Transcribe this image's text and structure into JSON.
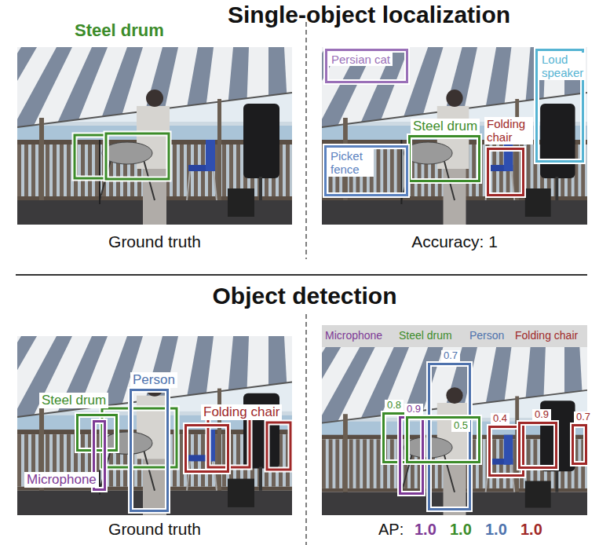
{
  "diagram": {
    "nodes": [
      {
        "text": [
          "Steel drum",
          "Ground truth"
        ]
      },
      {
        "text": [
          "Accuracy: 1"
        ]
      },
      {
        "text": [
          "Persian cat"
        ],
        "in": 1
      },
      {
        "text": [
          "Loud speaker"
        ],
        "in": 1
      },
      {
        "text": [
          "Steel drum"
        ],
        "in": 1
      },
      {
        "text": [
          "Folding chair"
        ],
        "in": 1
      },
      {
        "text": [
          "Picket fence"
        ],
        "in": 1
      },
      {
        "text": [
          "Ground truth"
        ]
      },
      {
        "text": [
          "Steel drum"
        ],
        "in": 7
      },
      {
        "text": [
          "Person"
        ],
        "in": 7
      },
      {
        "text": [
          "Folding chair"
        ],
        "in": 7
      },
      {
        "text": [
          "Microphone"
        ],
        "in": 7
      },
      {
        "text": [
          "AP:",
          "1.0",
          "1.0",
          "1.0",
          "1.0"
        ]
      },
      {
        "text": [
          "0.8"
        ],
        "in": 12
      },
      {
        "text": [
          "0.9"
        ],
        "in": 12
      },
      {
        "text": [
          "0.7"
        ],
        "in": 12
      },
      {
        "text": [
          "0.5"
        ],
        "in": 12
      },
      {
        "text": [
          "0.4"
        ],
        "in": 12
      },
      {
        "text": [
          "0.9"
        ],
        "in": 12
      },
      {
        "text": [
          "0.7"
        ],
        "in": 12
      }
    ],
    "labels": [
      "Single-object localization",
      "Object detection",
      "Microphone",
      "Steel drum",
      "Person",
      "Folding chair"
    ]
  }
}
